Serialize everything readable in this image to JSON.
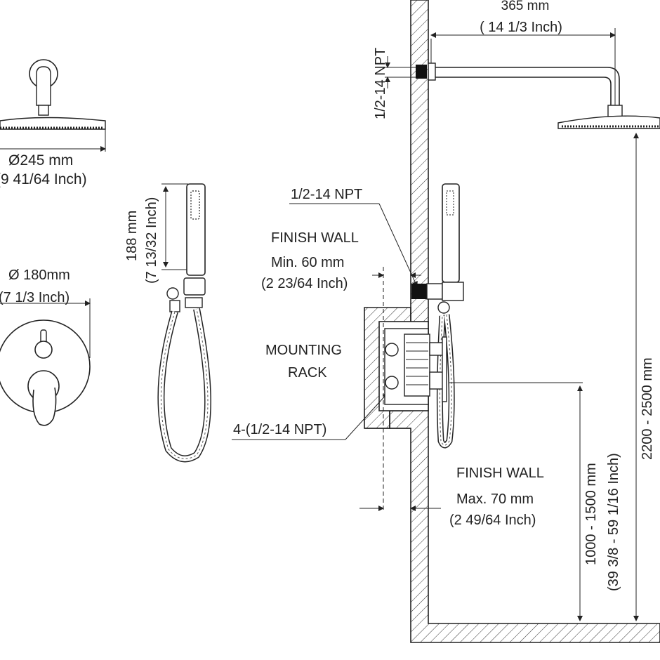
{
  "labels": {
    "arm_length_mm": "365 mm",
    "arm_length_inch": "( 14  1/3 Inch)",
    "npt_top": "1/2-14 NPT",
    "head_dia_mm": "Ø245 mm",
    "head_dia_inch": "(9 41/64 Inch)",
    "hand_len_mm": "188 mm",
    "hand_len_inch": "(7 13/32 Inch)",
    "plate_dia_mm": "Ø  180mm",
    "plate_dia_inch": "(7  1/3 Inch)",
    "npt_mid": "1/2-14 NPT",
    "finish_wall_1": "FINISH  WALL",
    "min_mm": "Min. 60 mm",
    "min_inch": "(2 23/64 Inch)",
    "mounting": "MOUNTING",
    "rack": "RACK",
    "npt_four": "4-(1/2-14 NPT)",
    "finish_wall_2": "FINISH  WALL",
    "max_mm": "Max. 70 mm",
    "max_inch": "(2 49/64 Inch)",
    "valve_height_mm": "1000 - 1500 mm",
    "valve_height_inch": "(39 3/8 - 59 1/16 Inch)",
    "head_height_mm": "2200 - 2500 mm"
  }
}
